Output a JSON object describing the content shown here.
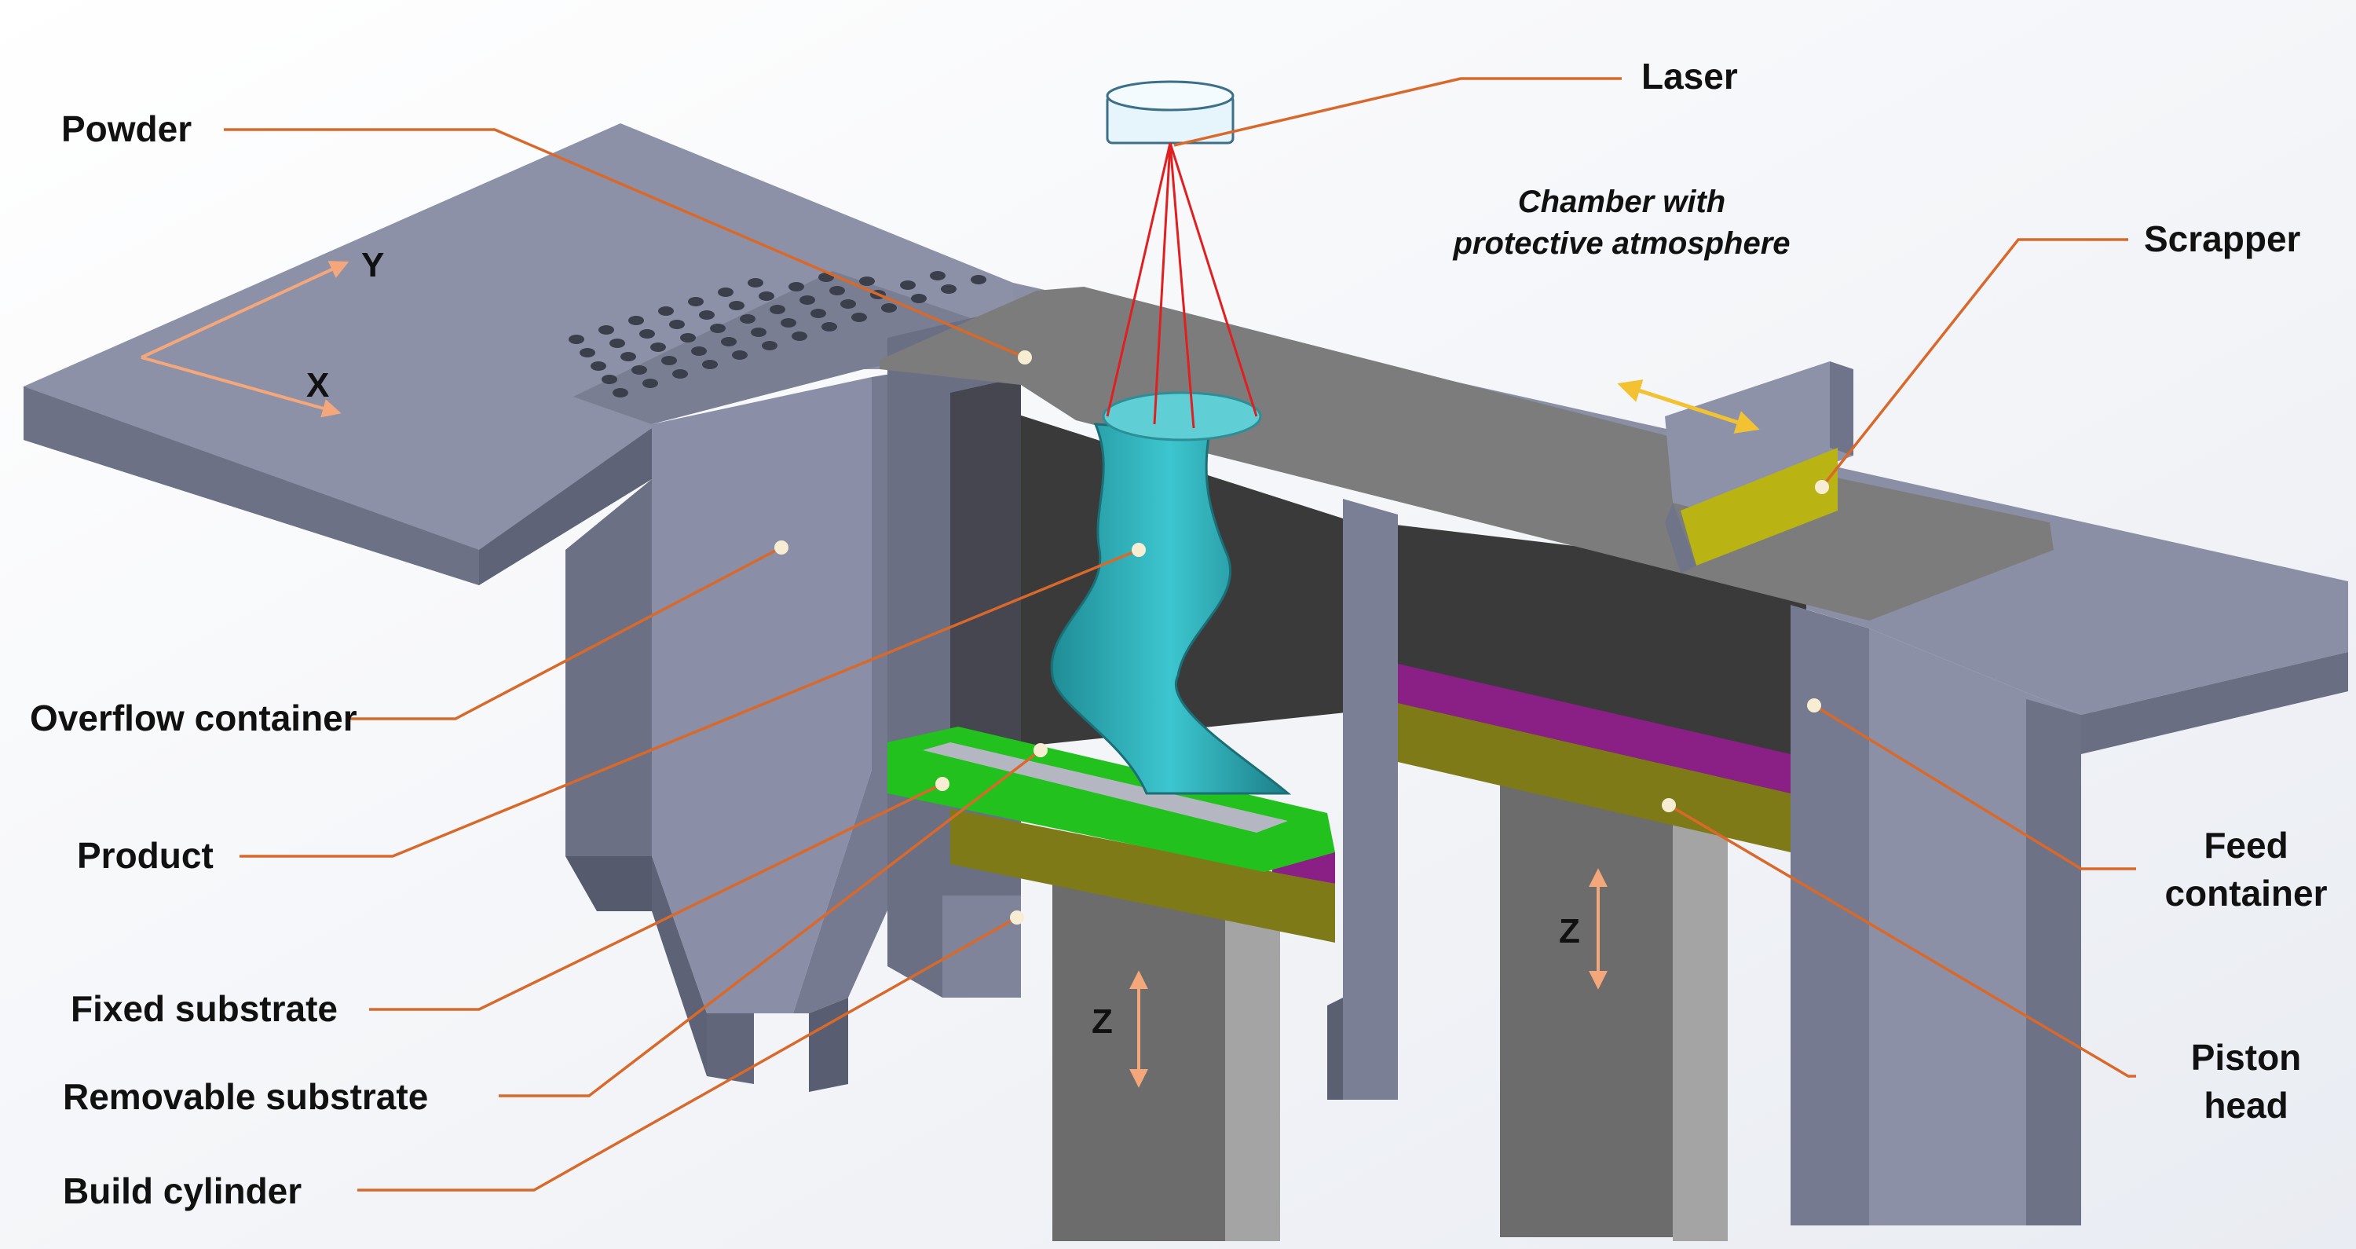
{
  "labels": {
    "laser": "Laser",
    "powder": "Powder",
    "chamber_line1": "Chamber with",
    "chamber_line2": "protective atmosphere",
    "scrapper": "Scrapper",
    "overflow_container": "Overflow container",
    "product": "Product",
    "fixed_substrate": "Fixed substrate",
    "removable_substrate": "Removable substrate",
    "build_cylinder": "Build cylinder",
    "feed_line1": "Feed",
    "feed_line2": "container",
    "piston_line1": "Piston",
    "piston_line2": "head",
    "axis_x": "X",
    "axis_y": "Y",
    "axis_z_build": "Z",
    "axis_z_feed": "Z"
  },
  "colors": {
    "leader": "#d9692a",
    "laser_beam": "#e02020",
    "table_top": "#8c90a6",
    "table_front": "#6e7286",
    "dark_inner": "#3a3a3a",
    "powder_bed": "#7d7d7d",
    "product": "#2aa7b0",
    "fixed_substrate": "#22c11e",
    "piston": "#7f7a18",
    "piston_top": "#8a1f86",
    "scraper_blade": "#b9b314",
    "axis_arrow": "#f4a77a",
    "motion_arrow": "#f2c232"
  }
}
